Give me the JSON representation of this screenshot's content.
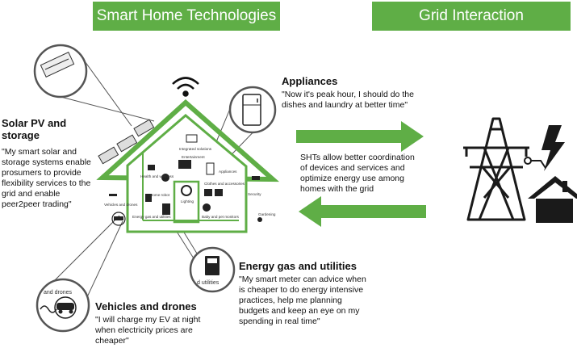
{
  "banners": {
    "left": "Smart Home Technologies",
    "right": "Grid Interaction"
  },
  "appliances": {
    "title": "Appliances",
    "quote": "\"Now it's peak hour, I should do the dishes and laundry at better time\""
  },
  "solar": {
    "title": "Solar PV and storage",
    "quote": "\"My smart solar and storage systems enable prosumers to provide flexibility services to the grid and enable peer2peer trading\""
  },
  "energy": {
    "title": "Energy gas and utilities",
    "quote": "\"My smart meter can advice when is cheaper to do energy intensive practices, help me planning  budgets and keep an eye on my spending in real time\""
  },
  "vehicles": {
    "title": "Vehicles and drones",
    "quote": "\"I will charge my EV at night when electricity prices are cheaper\""
  },
  "grid_text": "SHTs  allow better coordination of devices and services and optimize energy use among homes with the grid",
  "house_labels": {
    "integrated": "Integrated solutions",
    "entertainment": "Entertainment",
    "appliances": "Appliances",
    "health": "Health and wellness",
    "clothes": "Clothes and accessories",
    "security": "Security",
    "vehicles": "Vehicles and drones",
    "home_robot": "Home robot",
    "lighting": "Lighting",
    "baby": "Baby and pet monitors",
    "gardening": "Gardening",
    "energy": "Energy gas and utilities"
  },
  "zoom_labels": {
    "drones": "and drones",
    "utilities": "d utilities"
  },
  "colors": {
    "accent": "#5fae46",
    "dark": "#1a1a1a"
  }
}
